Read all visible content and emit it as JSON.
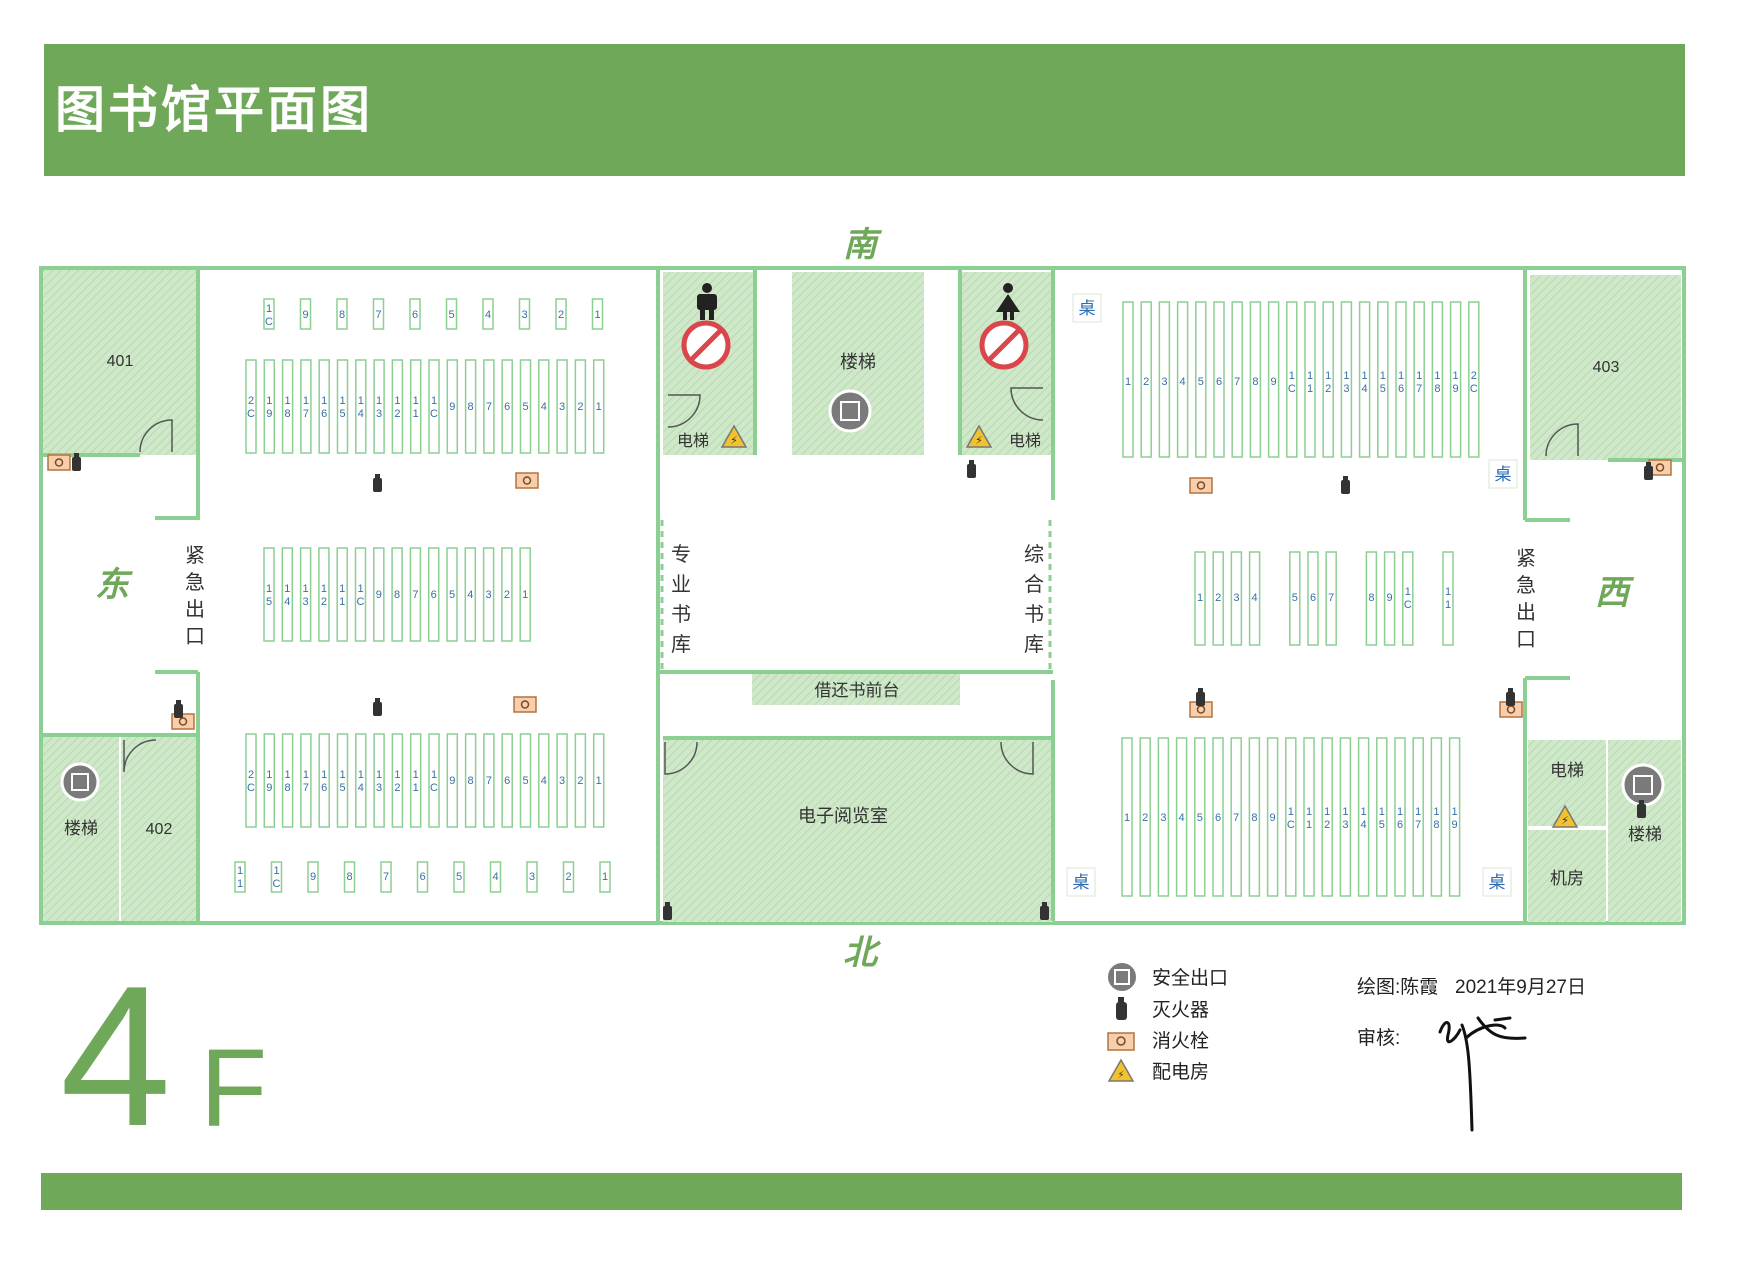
{
  "title": "图书馆平面图",
  "floor": {
    "number": "4",
    "letter": "F"
  },
  "directions": {
    "south": "南",
    "north": "北",
    "east": "东",
    "west": "西"
  },
  "colors": {
    "accent": "#70a85a",
    "room_fill": "#cfe8c9",
    "wall": "#8ccf92",
    "shelf_text": "#3a6fa5",
    "desk_text": "#2a6cb0"
  },
  "rooms": {
    "r401": "401",
    "r402": "402",
    "r403": "403",
    "stairs": "楼梯",
    "elevator": "电梯",
    "machine_room": "机房",
    "emergency_exit": "紧急出口",
    "special_stacks": "专业书库",
    "general_stacks": "综合书库",
    "front_desk": "借还书前台",
    "e_reading": "电子阅览室"
  },
  "desk_label": "桌",
  "shelves": {
    "east_top": [
      "1C",
      "9",
      "8",
      "7",
      "6",
      "5",
      "4",
      "3",
      "2",
      "1"
    ],
    "east_row1": [
      "2C",
      "19",
      "18",
      "17",
      "16",
      "15",
      "14",
      "13",
      "12",
      "11",
      "1C",
      "9",
      "8",
      "7",
      "6",
      "5",
      "4",
      "3",
      "2",
      "1"
    ],
    "east_row2": [
      "15",
      "14",
      "13",
      "12",
      "11",
      "1C",
      "9",
      "8",
      "7",
      "6",
      "5",
      "4",
      "3",
      "2",
      "1"
    ],
    "east_row3": [
      "2C",
      "19",
      "18",
      "17",
      "16",
      "15",
      "14",
      "13",
      "12",
      "11",
      "1C",
      "9",
      "8",
      "7",
      "6",
      "5",
      "4",
      "3",
      "2",
      "1"
    ],
    "east_bottom": [
      "11",
      "1C",
      "9",
      "8",
      "7",
      "6",
      "5",
      "4",
      "3",
      "2",
      "1"
    ],
    "west_row1": [
      "1",
      "2",
      "3",
      "4",
      "5",
      "6",
      "7",
      "8",
      "9",
      "1C",
      "11",
      "12",
      "13",
      "14",
      "15",
      "16",
      "17",
      "18",
      "19",
      "2C"
    ],
    "west_mid": [
      "1",
      "2",
      "3",
      "4",
      "5",
      "6",
      "7",
      "8",
      "9",
      "1C",
      "11"
    ],
    "west_row3": [
      "1",
      "2",
      "3",
      "4",
      "5",
      "6",
      "7",
      "8",
      "9",
      "1C",
      "11",
      "12",
      "13",
      "14",
      "15",
      "16",
      "17",
      "18",
      "19"
    ]
  },
  "legend": [
    {
      "icon": "exit-icon",
      "label": "安全出口"
    },
    {
      "icon": "extinguisher-icon",
      "label": "灭火器"
    },
    {
      "icon": "hydrant-icon",
      "label": "消火栓"
    },
    {
      "icon": "power-room-icon",
      "label": "配电房"
    }
  ],
  "credits": {
    "drawn_by": "绘图:陈霞",
    "date": "2021年9月27日",
    "reviewer_label": "审核:"
  }
}
